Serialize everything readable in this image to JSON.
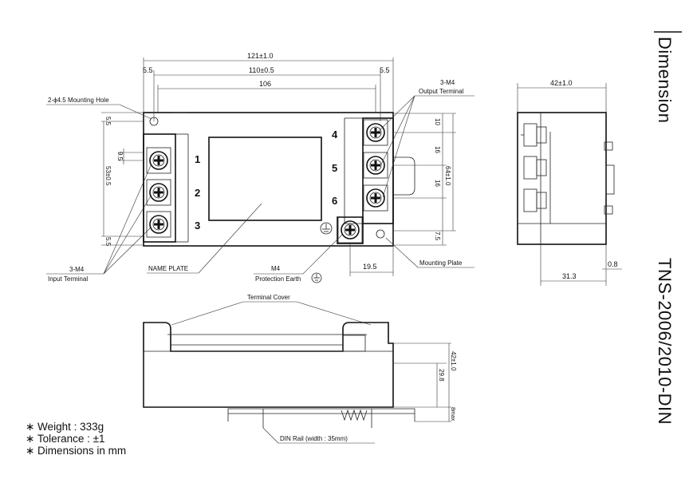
{
  "side_title": {
    "dimension": "Dimension",
    "model": "TNS-2006/2010-DIN"
  },
  "top_view": {
    "dims": {
      "overall_width": "121±1.0",
      "hole_pitch": "110±0.5",
      "inner_width": "106",
      "left_edge": "5.5",
      "right_edge": "5.5",
      "top_hole": "5.5",
      "bottom_hole": "5.5",
      "terminal_pitch": "9.5",
      "left_span": "53±0.5",
      "right_top": "10",
      "right_pitch_1": "16",
      "right_pitch_2": "16",
      "height": "64±1.0",
      "bottom_right": "7.5",
      "earth_offset": "19.5"
    },
    "terminal_numbers": [
      "1",
      "2",
      "3",
      "4",
      "5",
      "6"
    ],
    "labels": {
      "mounting_hole": "2-ϕ4.5 Mounting Hole",
      "output_terminal_spec": "3-M4",
      "output_terminal": "Output Terminal",
      "input_terminal_spec": "3-M4",
      "input_terminal": "Input Terminal",
      "name_plate": "NAME PLATE",
      "earth_spec": "M4",
      "protection_earth": "Protection Earth",
      "mounting_plate": "Mounting Plate"
    }
  },
  "side_view": {
    "dims": {
      "width": "42±1.0",
      "offset": "31.3",
      "plate": "0.8"
    }
  },
  "front_view": {
    "labels": {
      "terminal_cover": "Terminal Cover",
      "din_rail": "DIN Rail (width : 35mm)"
    },
    "dims": {
      "height": "42±1.0",
      "inner": "29.8",
      "max": "8max"
    }
  },
  "notes": [
    "∗ Weight : 333g",
    "∗ Tolerance : ±1",
    "∗ Dimensions in mm"
  ]
}
